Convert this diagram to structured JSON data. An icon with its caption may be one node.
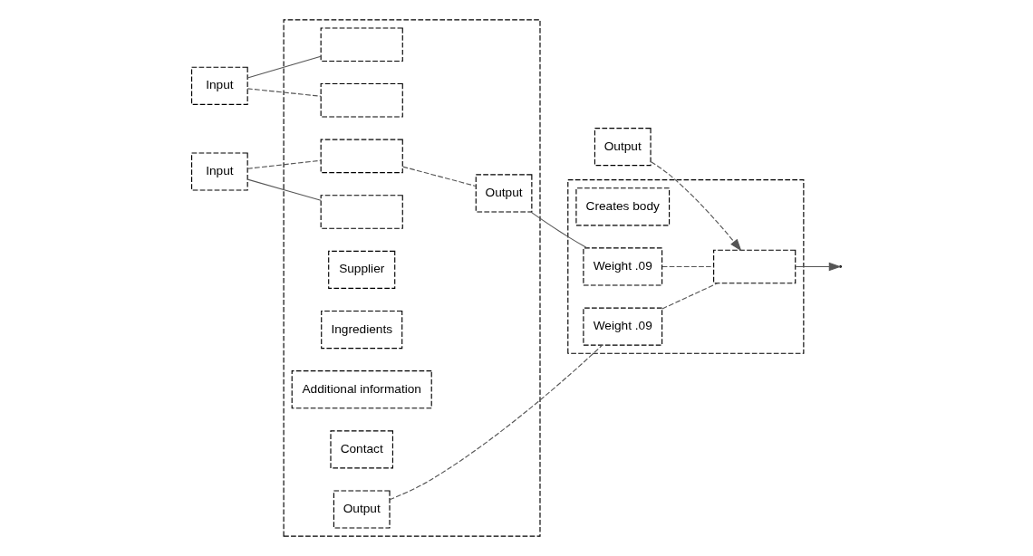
{
  "diagram": {
    "nodes": [
      {
        "text": [],
        "shape": "box"
      },
      {
        "text": [],
        "shape": "box"
      },
      {
        "text": [
          "Input"
        ]
      },
      {
        "text": [
          "Input"
        ]
      },
      {
        "text": [],
        "shape": "box",
        "in": 0
      },
      {
        "text": [],
        "shape": "box",
        "in": 0
      },
      {
        "text": [],
        "shape": "box",
        "in": 0
      },
      {
        "text": [],
        "shape": "box",
        "in": 0
      },
      {
        "text": [
          "Supplier"
        ],
        "in": 0
      },
      {
        "text": [
          "Ingredients"
        ],
        "in": 0
      },
      {
        "text": [
          "Additional information"
        ],
        "in": 0
      },
      {
        "text": [
          "Contact"
        ],
        "in": 0
      },
      {
        "text": [
          "Output"
        ],
        "in": 0
      },
      {
        "text": [
          "Output"
        ],
        "in": 0
      },
      {
        "text": [
          "Creates body"
        ],
        "in": 1
      },
      {
        "text": [
          "Weight .09"
        ],
        "in": 1
      },
      {
        "text": [
          "Weight .09"
        ],
        "in": 1
      },
      {
        "text": [],
        "shape": "box",
        "in": 1
      },
      {
        "text": [
          "Output"
        ]
      }
    ],
    "edges": [
      {
        "from": 2,
        "to": 4,
        "arrow": "none"
      },
      {
        "from": 2,
        "to": 5,
        "arrow": "none",
        "style": "dashed"
      },
      {
        "from": 3,
        "to": 6,
        "arrow": "none",
        "style": "dashed"
      },
      {
        "from": 3,
        "to": 7,
        "arrow": "none"
      },
      {
        "from": 6,
        "to": 12,
        "arrow": "none",
        "style": "dashed"
      },
      {
        "from": 12,
        "to": 15,
        "arrow": "none"
      },
      {
        "from": 15,
        "to": 17,
        "arrow": "none",
        "style": "dashed"
      },
      {
        "from": 13,
        "to": 16,
        "arrow": "none",
        "style": "dashed"
      },
      {
        "from": 16,
        "to": 17,
        "arrow": "none",
        "style": "dashed"
      },
      {
        "from": 18,
        "to": 17,
        "arrow": "to",
        "style": "dashed"
      },
      {
        "from": 17,
        "to": null,
        "arrow": "to"
      }
    ]
  }
}
